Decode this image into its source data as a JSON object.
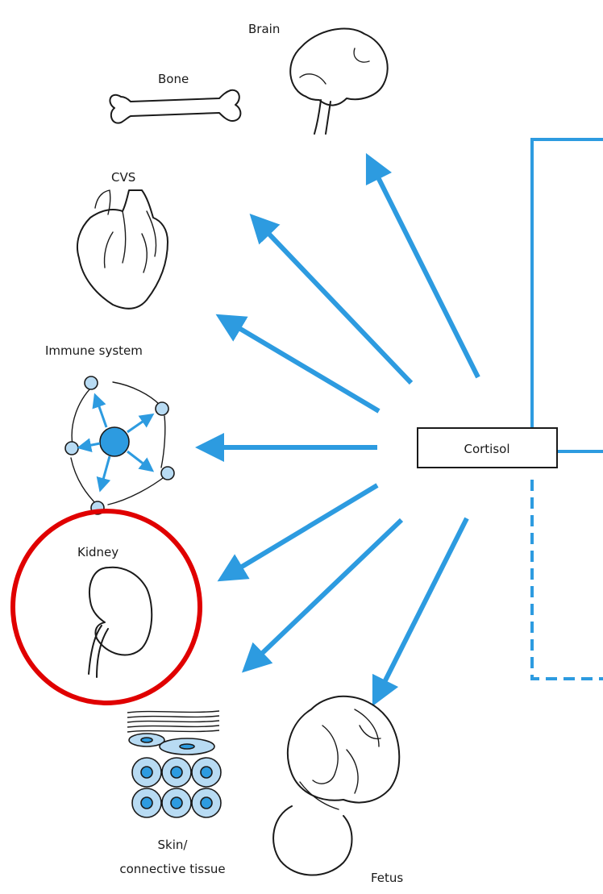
{
  "diagram": {
    "center_label": "Cortisol",
    "targets": [
      {
        "id": "brain",
        "label": "Brain"
      },
      {
        "id": "bone",
        "label": "Bone"
      },
      {
        "id": "cvs",
        "label": "CVS"
      },
      {
        "id": "immune",
        "label": "Immune system"
      },
      {
        "id": "kidney",
        "label": "Kidney"
      },
      {
        "id": "skin",
        "label": "Skin/",
        "label_line2": "connective tissue"
      },
      {
        "id": "fetus",
        "label": "Fetus"
      }
    ],
    "highlight": {
      "target": "kidney",
      "color": "#e00000"
    },
    "colors": {
      "arrow": "#2d9be0",
      "cell_fill": "#b8dbf3",
      "outline": "#1a1a1a"
    }
  }
}
